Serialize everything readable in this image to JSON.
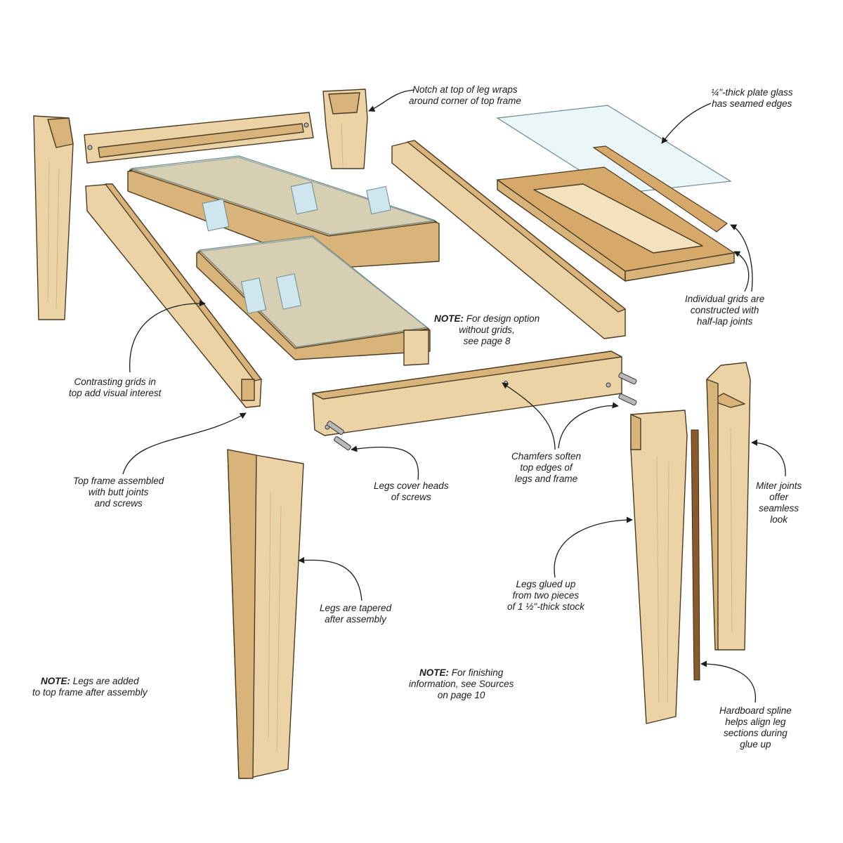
{
  "callouts": {
    "notch": [
      "Notch at top of leg wraps",
      "around corner of top frame"
    ],
    "glass": [
      "¼\"-thick plate glass",
      "has seamed edges"
    ],
    "grids": [
      "Individual grids are",
      "constructed with",
      "half-lap joints"
    ],
    "design_note_label": "NOTE:",
    "design_note": [
      "For design option",
      "without grids,",
      "see page 8"
    ],
    "contrasting": [
      "Contrasting grids in",
      "top add visual interest"
    ],
    "top_frame": [
      "Top frame assembled",
      "with butt joints",
      "and screws"
    ],
    "legs_cover": [
      "Legs cover heads",
      "of screws"
    ],
    "chamfers": [
      "Chamfers soften",
      "top edges of",
      "legs and frame"
    ],
    "miter": [
      "Miter joints",
      "offer",
      "seamless",
      "look"
    ],
    "legs_glued": [
      "Legs glued up",
      "from two pieces",
      "of 1 ½\"-thick stock"
    ],
    "tapered": [
      "Legs are tapered",
      "after assembly"
    ],
    "legs_added_label": "NOTE:",
    "legs_added": [
      "Legs are added",
      "to top frame after assembly"
    ],
    "finishing_label": "NOTE:",
    "finishing": [
      "For finishing",
      "information, see Sources",
      "on page 10"
    ],
    "spline": [
      "Hardboard spline",
      "helps align leg",
      "sections during",
      "glue up"
    ]
  },
  "colors": {
    "wood": "#ecd3a6",
    "wood_dark": "#d8b47a",
    "grid_wood": "#d6a96a",
    "glass": "#d9eef0",
    "spline": "#8a5a2c",
    "ink": "#1c1c1c"
  }
}
